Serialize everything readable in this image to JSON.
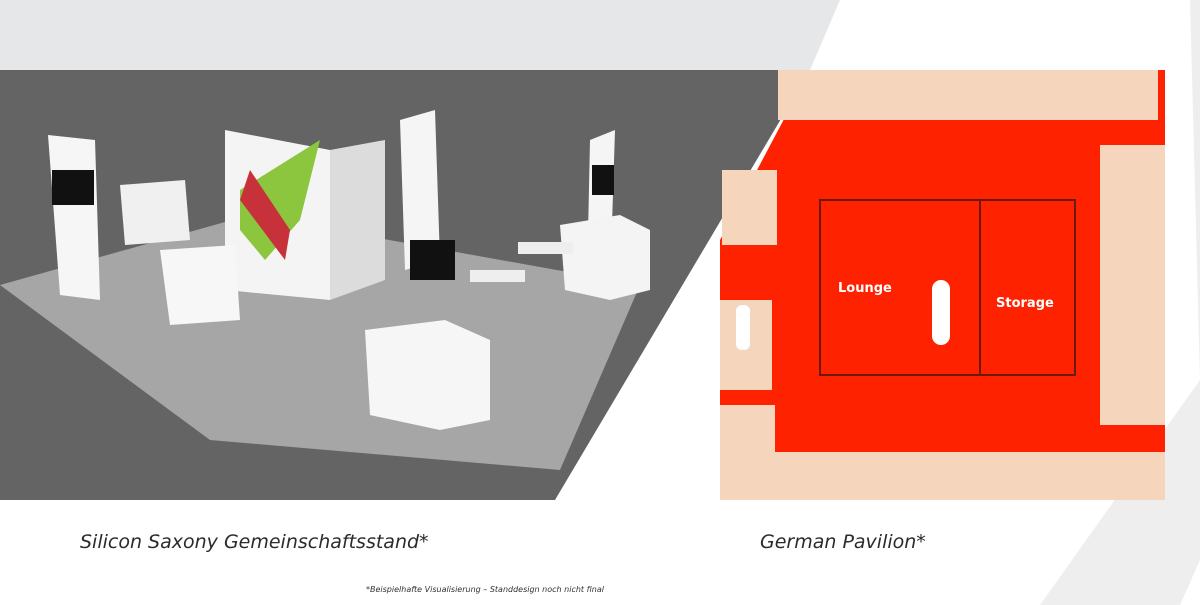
{
  "captions": {
    "left": "Silicon Saxony Gemeinschaftsstand*",
    "right": "German Pavilion*",
    "footnote": "*Beispielhafte Visualisierung – Standdesign noch nicht final"
  },
  "floor_plan": {
    "lounge_label": "Lounge",
    "storage_label": "Storage"
  },
  "colors": {
    "page_background": "#ffffff",
    "band_background": "#e6e7e8",
    "render_floor": "#5f5f5f",
    "pavilion_red": "#ff2200",
    "booth_beige": "#f5d6bd",
    "brand_green": "#8cc63f"
  }
}
